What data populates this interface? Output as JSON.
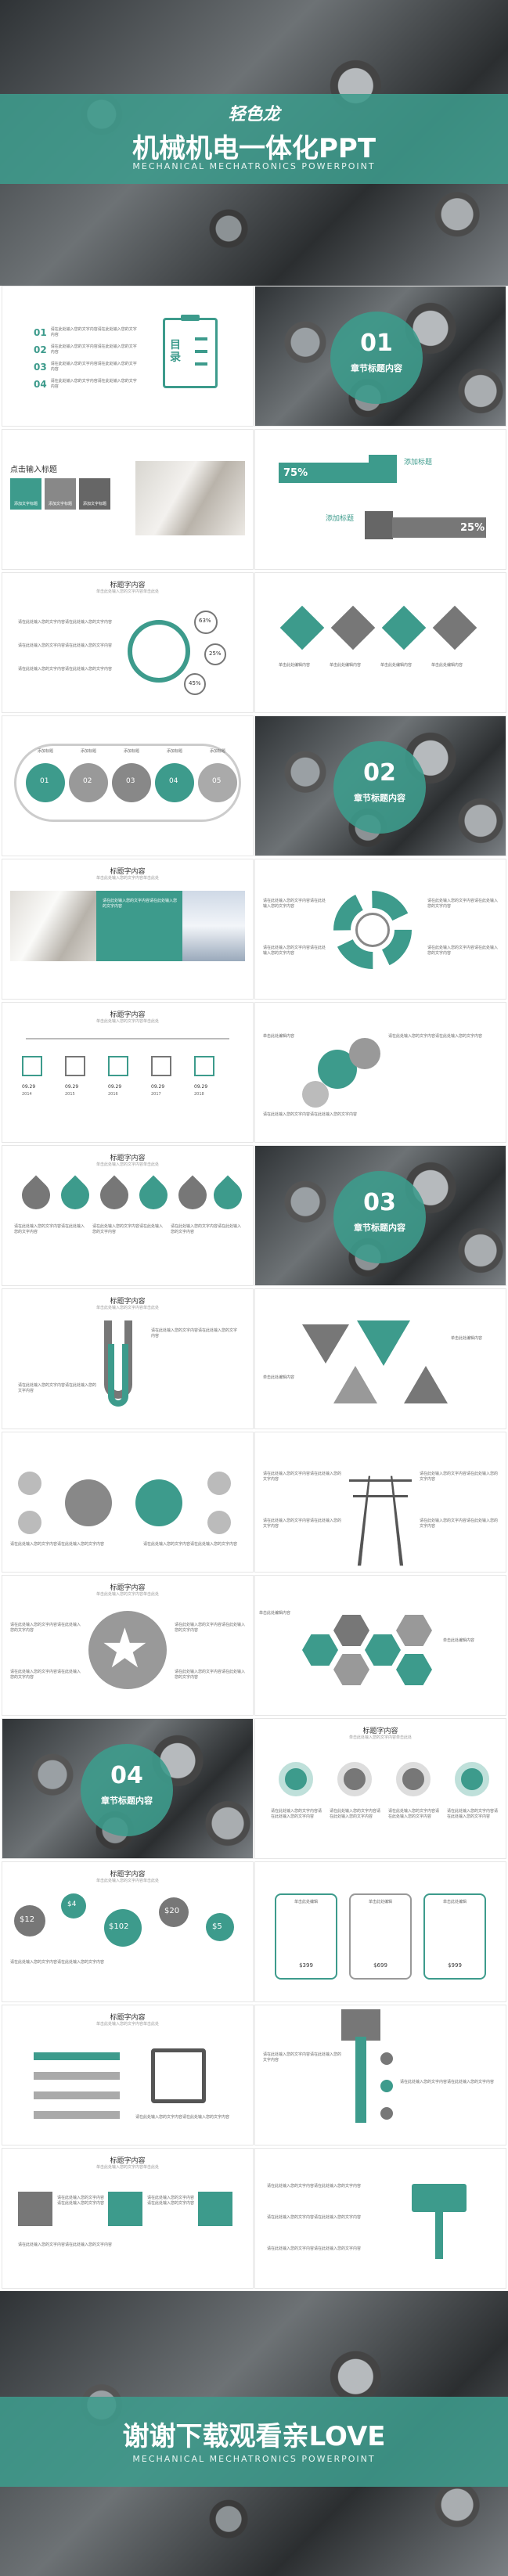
{
  "cover": {
    "logo": "轻色龙",
    "title": "机械机电一体化PPT",
    "subtitle": "MECHANICAL MECHATRONICS POWERPOINT"
  },
  "toc": {
    "items": [
      {
        "num": "01",
        "text": "请在此处输入您的文字内容请在此处输入您的文字内容"
      },
      {
        "num": "02",
        "text": "请在此处输入您的文字内容请在此处输入您的文字内容"
      },
      {
        "num": "03",
        "text": "请在此处输入您的文字内容请在此处输入您的文字内容"
      },
      {
        "num": "04",
        "text": "请在此处输入您的文字内容请在此处输入您的文字内容"
      }
    ],
    "board_label": "目录"
  },
  "chapters": [
    {
      "num": "01",
      "label": "章节标题内容"
    },
    {
      "num": "02",
      "label": "章节标题内容"
    },
    {
      "num": "03",
      "label": "章节标题内容"
    },
    {
      "num": "04",
      "label": "章节标题内容"
    }
  ],
  "common": {
    "slide_title": "标题字内容",
    "slide_sub": "单击此处输入您的文字内容单击此处",
    "placeholder": "单击此处编辑内容",
    "body_text": "请在此处输入您的文字内容请在此处输入您的文字内容"
  },
  "slide3": {
    "heading": "点击输入标题",
    "tiles": [
      "添加文字标题",
      "添加文字标题",
      "添加文字标题"
    ]
  },
  "slide4": {
    "banner1": "添加标题",
    "banner2": "添加标题",
    "pct1": "75%",
    "pct2": "25%"
  },
  "slide5": {
    "pcts": [
      "63%",
      "25%",
      "45%"
    ]
  },
  "slide7": {
    "pills": [
      "01",
      "02",
      "03",
      "04",
      "05"
    ],
    "tabs": [
      "添加标题",
      "添加标题",
      "添加标题",
      "添加标题",
      "添加标题"
    ]
  },
  "slide11": {
    "dates": [
      "09.29",
      "09.29",
      "09.29",
      "09.29",
      "09.29"
    ],
    "years": [
      "2014",
      "2015",
      "2016",
      "2017",
      "2018"
    ]
  },
  "slide21": {
    "prices": [
      "$12",
      "$4",
      "$102",
      "$20",
      "$5"
    ]
  },
  "slide22": {
    "cards": [
      {
        "title": "单击此处编辑",
        "price": "$399"
      },
      {
        "title": "单击此处编辑",
        "price": "$699"
      },
      {
        "title": "单击此处编辑",
        "price": "$999"
      }
    ]
  },
  "ending": {
    "title": "谢谢下载观看亲LOVE",
    "subtitle": "MECHANICAL MECHATRONICS POWERPOINT"
  },
  "colors": {
    "accent": "#3d9b8c",
    "gray": "#777777"
  }
}
